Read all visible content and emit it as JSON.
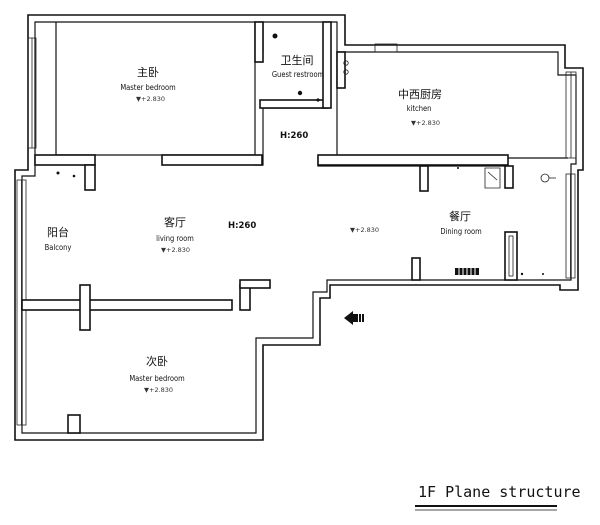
{
  "title": "1F Plane structure",
  "ceiling_height": "H:260",
  "rooms": {
    "master_bedroom": {
      "cn": "主卧",
      "en": "Master bedroom",
      "level": "▼+2.830"
    },
    "guest_restroom": {
      "cn": "卫生间",
      "en": "Guest restroom"
    },
    "kitchen": {
      "cn": "中西厨房",
      "en": "kitchen",
      "level": "▼+2.830"
    },
    "living_room": {
      "cn": "客厅",
      "en": "living room",
      "level": "▼+2.830"
    },
    "balcony": {
      "cn": "阳台",
      "en": "Balcony"
    },
    "dining_room": {
      "cn": "餐厅",
      "en": "Dining room",
      "level": "▼+2.830"
    },
    "second_bedroom": {
      "cn": "次卧",
      "en": "Master bedroom",
      "level": "▼+2.830"
    }
  },
  "colors": {
    "line": "#111111",
    "background": "#ffffff"
  },
  "icons": {
    "entrance": "entrance-arrow-icon"
  }
}
